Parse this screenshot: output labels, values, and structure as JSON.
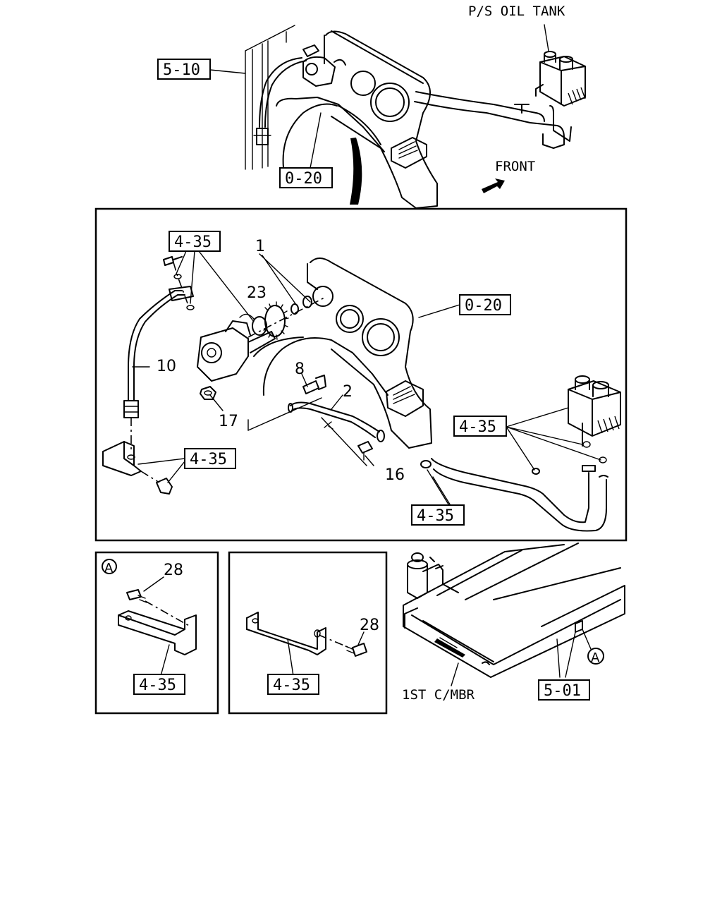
{
  "labels": {
    "ps_oil_tank": "P/S OIL TANK",
    "front": "FRONT",
    "first_cmbr": "1ST C/MBR",
    "circle_a": "A"
  },
  "refs": {
    "r510": "5-10",
    "r020_top": "0-20",
    "r435_upper": "4-35",
    "r020_inner": "0-20",
    "r435_right": "4-35",
    "r435_left": "4-35",
    "r435_bottom": "4-35",
    "r435_panel_a": "4-35",
    "r435_panel_b": "4-35",
    "r501": "5-01"
  },
  "parts": {
    "p1": "1",
    "p23": "23",
    "p10": "10",
    "p8": "8",
    "p2": "2",
    "p17": "17",
    "p16": "16",
    "p28a": "28",
    "p28b": "28"
  }
}
